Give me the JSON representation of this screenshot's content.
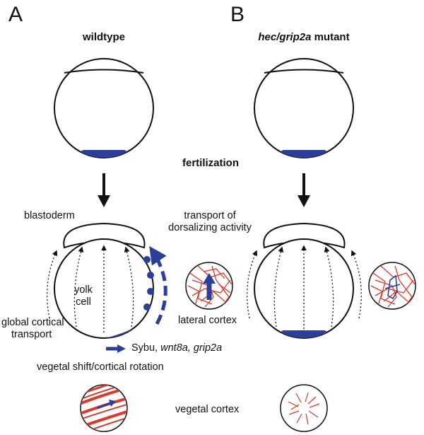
{
  "panels": {
    "a": {
      "letter": "A",
      "title": "wildtype"
    },
    "b": {
      "letter": "B",
      "title_italic": "hec/grip2a",
      "title_rest": "mutant"
    }
  },
  "stage_label": "fertilization",
  "labels": {
    "blastoderm": "blastoderm",
    "transport_line1": "transport of",
    "transport_line2": "dorsalizing activity",
    "yolk_line1": "yolk",
    "yolk_line2": "cell",
    "global_line1": "global cortical",
    "global_line2": "transport",
    "lateral_cortex": "lateral cortex",
    "sybu_prefix": "Sybu,",
    "sybu_italic": "wnt8a, grip2a",
    "vegetal_shift": "vegetal shift/cortical rotation",
    "vegetal_cortex": "vegetal cortex"
  },
  "colors": {
    "dorsal_blue": "#2b3f9a",
    "microtubule_red": "#d93a2a",
    "outline": "#111111"
  }
}
